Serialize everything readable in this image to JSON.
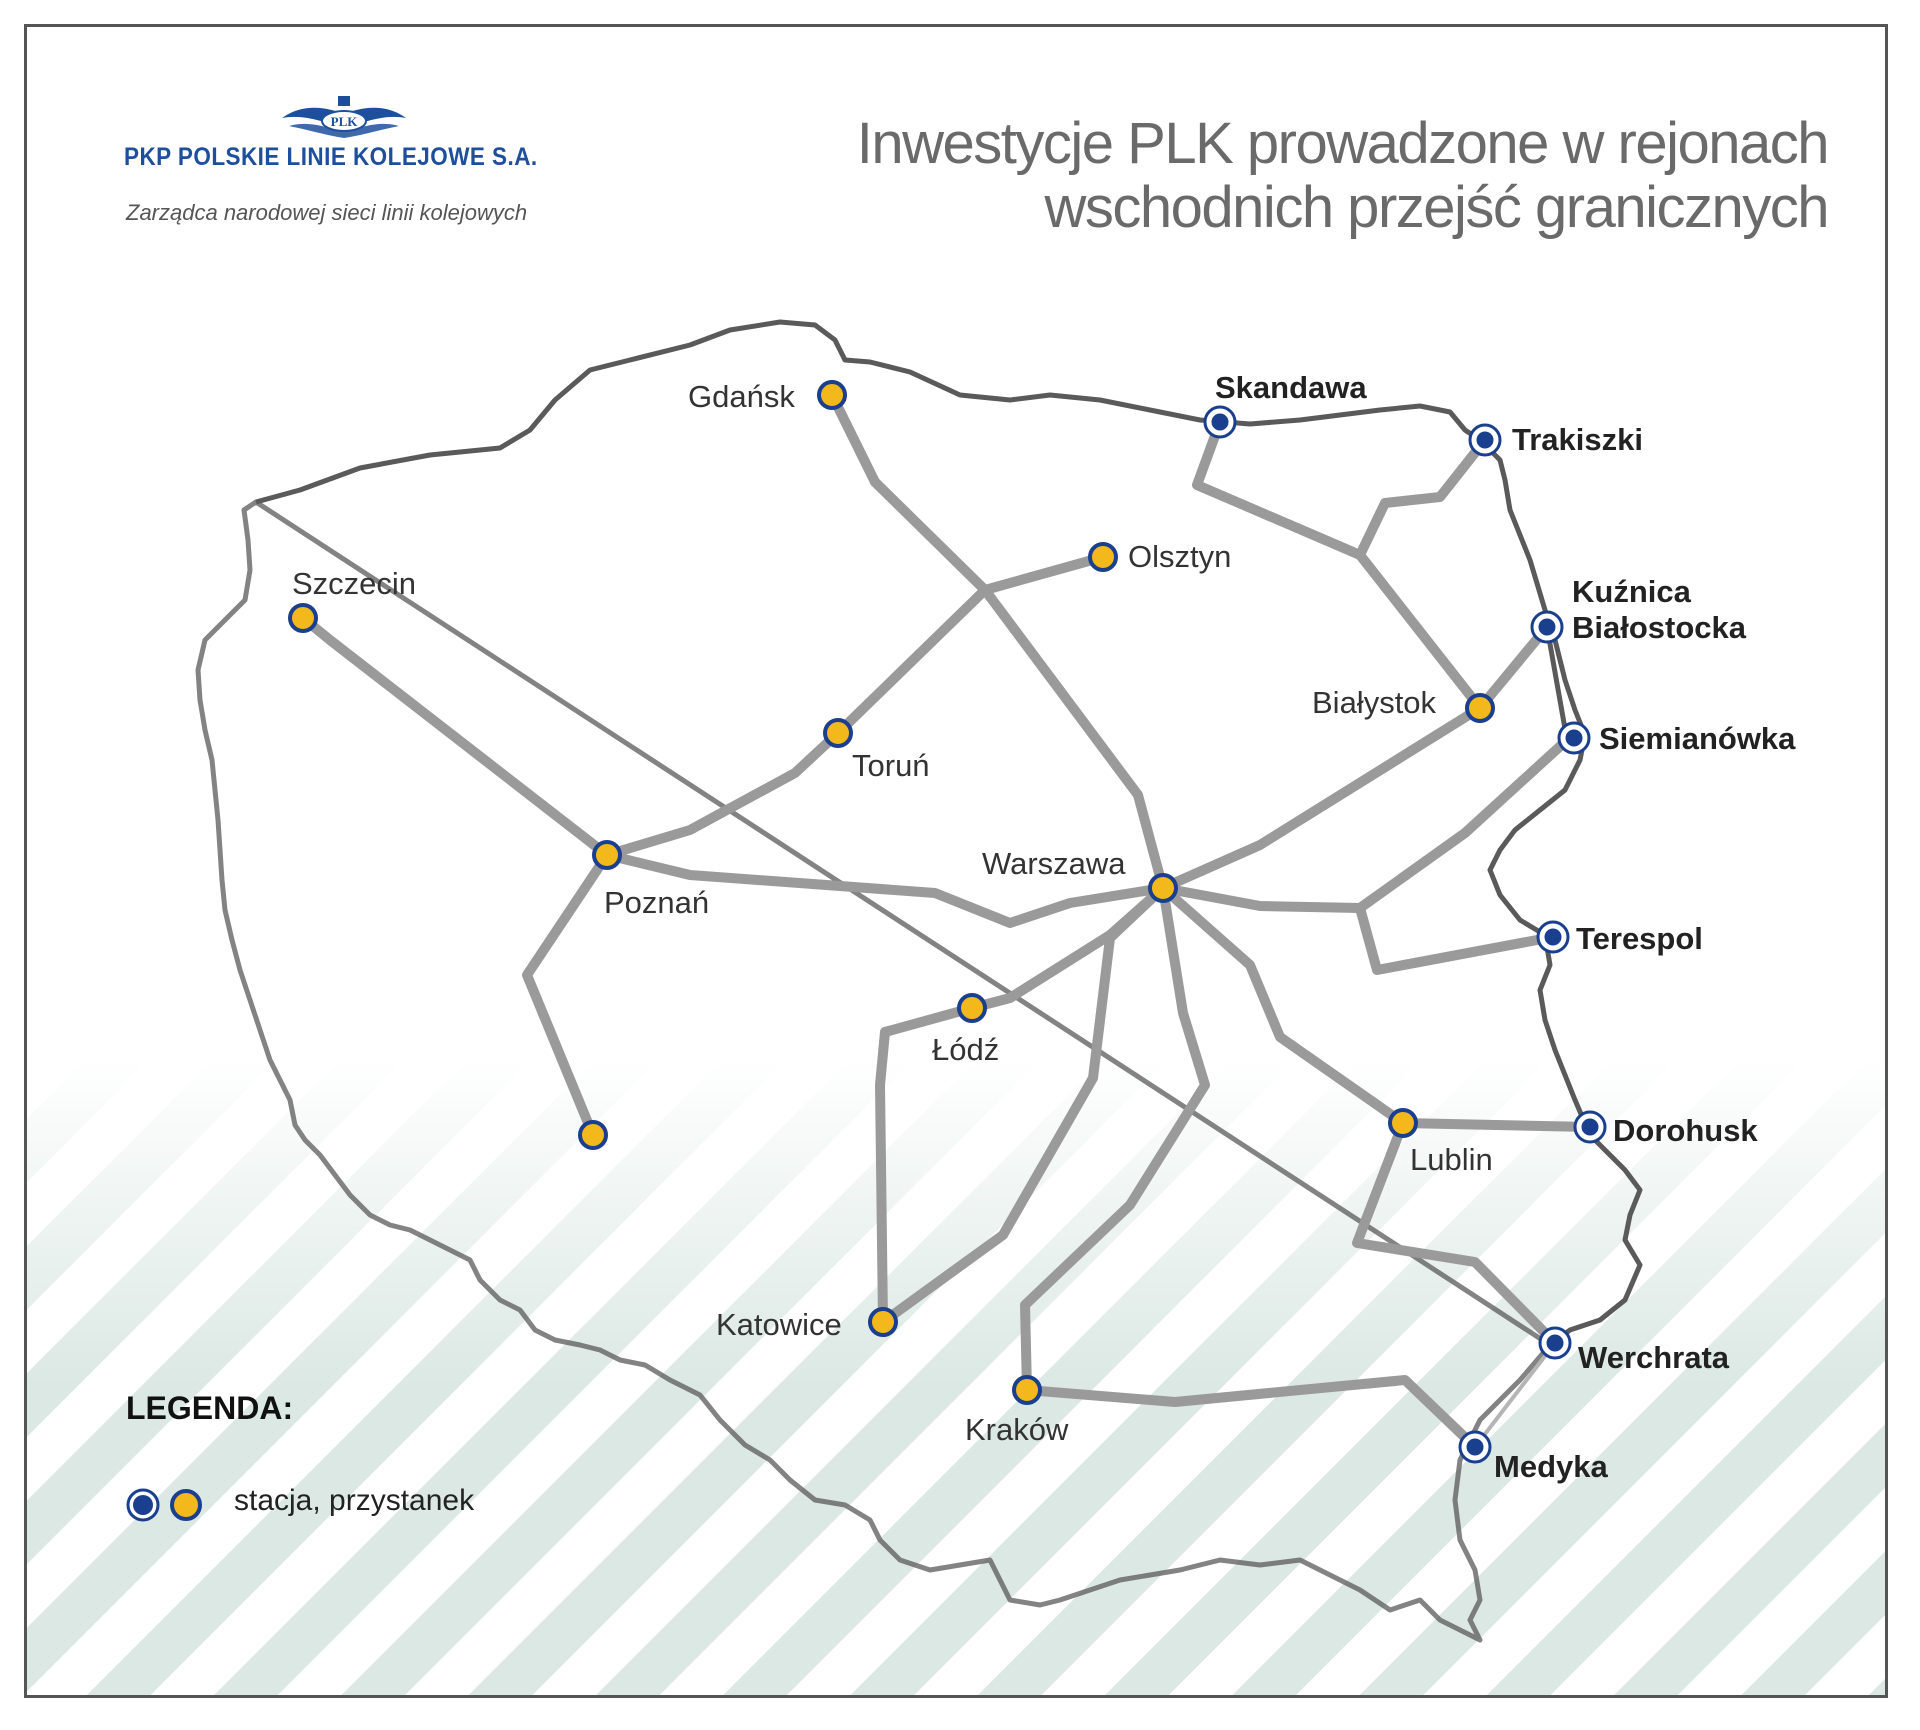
{
  "header": {
    "logo_text": "PLK",
    "company_name": "PKP POLSKIE LINIE KOLEJOWE S.A.",
    "tagline": "Zarządca narodowej sieci linii kolejowych",
    "title_line1": "Inwestycje PLK prowadzone w rejonach",
    "title_line2": "wschodnich przejść granicznych"
  },
  "colors": {
    "border_station": "#1a3f8f",
    "city_station": "#f2b81c",
    "rail_line": "#9a9a9a",
    "country_border": "#5a5a5a",
    "title": "#6a6a6a",
    "brand": "#1d4f9c"
  },
  "cities": [
    {
      "id": "gdansk",
      "label": "Gdańsk"
    },
    {
      "id": "olsztyn",
      "label": "Olsztyn"
    },
    {
      "id": "szczecin",
      "label": "Szczecin"
    },
    {
      "id": "torun",
      "label": "Toruń"
    },
    {
      "id": "bialystok",
      "label": "Białystok"
    },
    {
      "id": "poznan",
      "label": "Poznań"
    },
    {
      "id": "warszawa",
      "label": "Warszawa"
    },
    {
      "id": "lodz",
      "label": "Łódź"
    },
    {
      "id": "lublin",
      "label": "Lublin"
    },
    {
      "id": "katowice",
      "label": "Katowice"
    },
    {
      "id": "krakow",
      "label": "Kraków"
    },
    {
      "id": "wroclaw",
      "label": ""
    }
  ],
  "border_crossings": [
    {
      "id": "skandawa",
      "label": "Skandawa"
    },
    {
      "id": "trakiszki",
      "label": "Trakiszki"
    },
    {
      "id": "kuznica",
      "label": "Kuźnica",
      "label2": "Białostocka"
    },
    {
      "id": "siemianowka",
      "label": "Siemianówka"
    },
    {
      "id": "terespol",
      "label": "Terespol"
    },
    {
      "id": "dorohusk",
      "label": "Dorohusk"
    },
    {
      "id": "werchrata",
      "label": "Werchrata"
    },
    {
      "id": "medyka",
      "label": "Medyka"
    }
  ],
  "legend": {
    "title": "LEGENDA:",
    "item_label": "stacja, przystanek"
  }
}
